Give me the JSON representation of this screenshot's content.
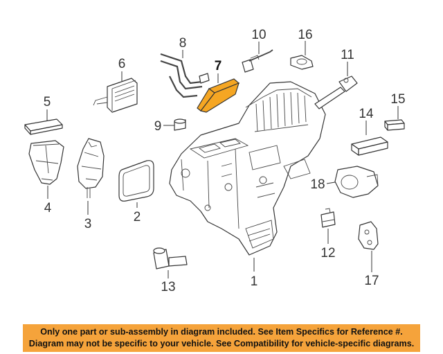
{
  "callouts": {
    "c1": "1",
    "c2": "2",
    "c3": "3",
    "c4": "4",
    "c5": "5",
    "c6": "6",
    "c7": "7",
    "c8": "8",
    "c9": "9",
    "c10": "10",
    "c11": "11",
    "c12": "12",
    "c13": "13",
    "c14": "14",
    "c15": "15",
    "c16": "16",
    "c17": "17",
    "c18": "18"
  },
  "highlight": {
    "part": "7",
    "color": "#f5a623"
  },
  "notice": {
    "line1": "Only one part or sub-assembly in diagram included. See Item Specifics for Reference #.",
    "line2": "Diagram may not be specific to your vehicle. See Compatibility for vehicle-specific diagrams.",
    "background": "#f5a33b"
  }
}
